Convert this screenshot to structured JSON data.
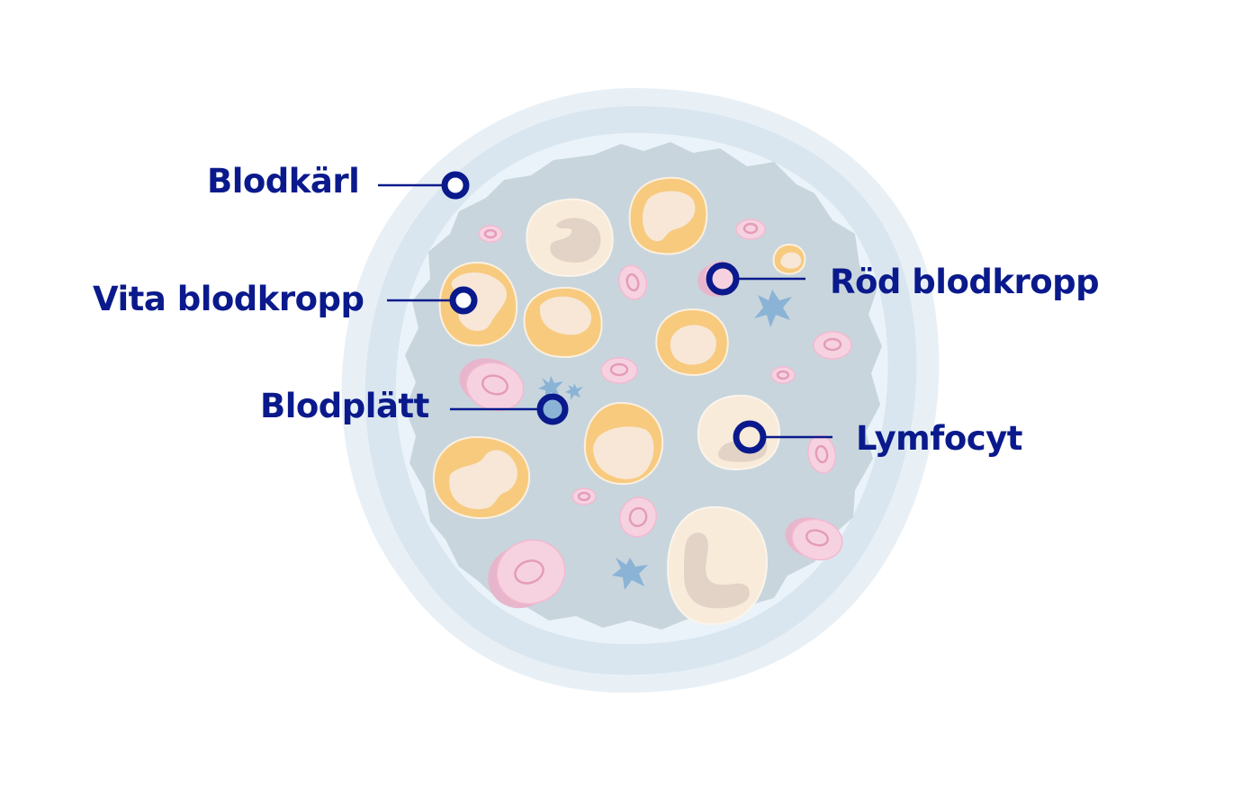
{
  "labels": {
    "blood_vessel": "Blodkärl",
    "white_blood_cell": "Vita blodkropp",
    "platelet": "Blodplätt",
    "red_blood_cell": "Röd blodkropp",
    "lymphocyte": "Lymfocyt"
  },
  "colors": {
    "label": "#0a1a8c",
    "plasma": "#c8d5dd",
    "vessel_wall": "#d9e6f0",
    "red_blood_cell": "#f6d2e0",
    "white_blood_cell": "#f7ca7e",
    "lymphocyte": "#f8ebda",
    "platelet": "#8ab3d6"
  }
}
